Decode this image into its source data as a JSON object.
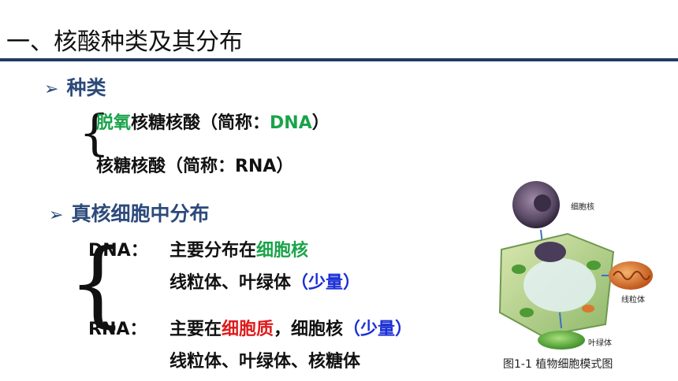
{
  "header": {
    "title": "一、核酸种类及其分布"
  },
  "section_types": {
    "heading": "种类",
    "line1_green": "脱氧",
    "line1_rest_pre": "核糖核酸（简称：",
    "line1_abbr": "DNA",
    "line1_close": "）",
    "line2": "核糖核酸（简称：RNA）"
  },
  "section_dist": {
    "heading": "真核细胞中分布",
    "dna_label": "DNA：",
    "dna_line1_pre": "主要分布在",
    "dna_line1_green": "细胞核",
    "dna_line2_pre": "线粒体、叶绿体",
    "dna_line2_blue": "（少量）",
    "rna_label": "RNA：",
    "rna_line1_pre": "主要在",
    "rna_line1_red": "细胞质",
    "rna_line1_mid": "，细胞核",
    "rna_line1_blue": "（少量）",
    "rna_line2": "线粒体、叶绿体、核糖体"
  },
  "figure": {
    "label_nucleus": "细胞核",
    "label_mito": "线粒体",
    "label_chloro": "叶绿体",
    "caption": "图1-1 植物细胞模式图"
  }
}
